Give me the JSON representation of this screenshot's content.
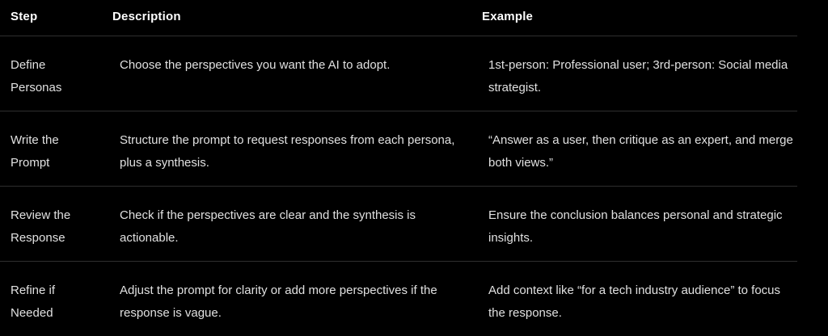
{
  "table": {
    "headers": {
      "step": "Step",
      "description": "Description",
      "example": "Example"
    },
    "rows": [
      {
        "step": "Define Personas",
        "description": "Choose the perspectives you want the AI to adopt.",
        "example": "1st-person: Professional user; 3rd-person: Social media strategist."
      },
      {
        "step": "Write the Prompt",
        "description": "Structure the prompt to request responses from each persona, plus a synthesis.",
        "example": "“Answer as a user, then critique as an expert, and merge both views.”"
      },
      {
        "step": "Review the Response",
        "description": "Check if the perspectives are clear and the synthesis is actionable.",
        "example": "Ensure the conclusion balances personal and strategic insights."
      },
      {
        "step": "Refine if Needed",
        "description": "Adjust the prompt for clarity or add more perspectives if the response is vague.",
        "example": "Add context like “for a tech industry audience” to focus the response."
      }
    ]
  }
}
